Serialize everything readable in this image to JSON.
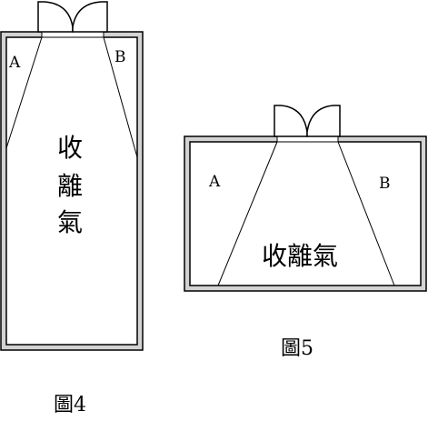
{
  "fig4": {
    "label_a": "A",
    "label_b": "B",
    "room_char_1": "收",
    "room_char_2": "離",
    "room_char_3": "氣",
    "caption": "圖4"
  },
  "fig5": {
    "label_a": "A",
    "label_b": "B",
    "room_text": "收離氣",
    "caption": "圖5"
  }
}
